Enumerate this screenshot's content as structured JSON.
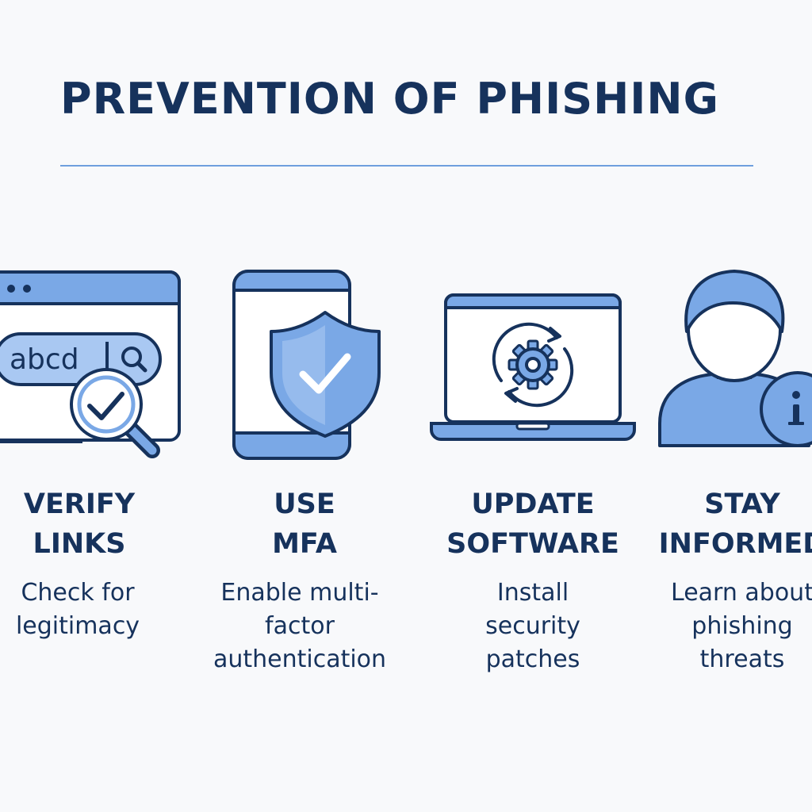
{
  "header": {
    "title": "PREVENTION OF PHISHING"
  },
  "colors": {
    "navy": "#16325c",
    "accent": "#6f9fde",
    "fill": "#7aa8e6",
    "fill_light": "#a9c8f2",
    "background": "#f8f9fb"
  },
  "cards": [
    {
      "icon": "browser-search-check-icon",
      "icon_text": "abcd",
      "title_lines": [
        "VERIFY",
        "LINKS"
      ],
      "desc_lines": [
        "Check for",
        "legitimacy"
      ]
    },
    {
      "icon": "phone-shield-check-icon",
      "title_lines": [
        "USE",
        "MFA"
      ],
      "desc_lines": [
        "Enable multi-",
        "factor",
        "authentication"
      ]
    },
    {
      "icon": "laptop-gear-update-icon",
      "title_lines": [
        "UPDATE",
        "SOFTWARE"
      ],
      "desc_lines": [
        "Install",
        "security",
        "patches"
      ]
    },
    {
      "icon": "user-info-icon",
      "title_lines": [
        "STAY",
        "INFORMED"
      ],
      "desc_lines": [
        "Learn about",
        "phishing",
        "threats"
      ]
    }
  ]
}
